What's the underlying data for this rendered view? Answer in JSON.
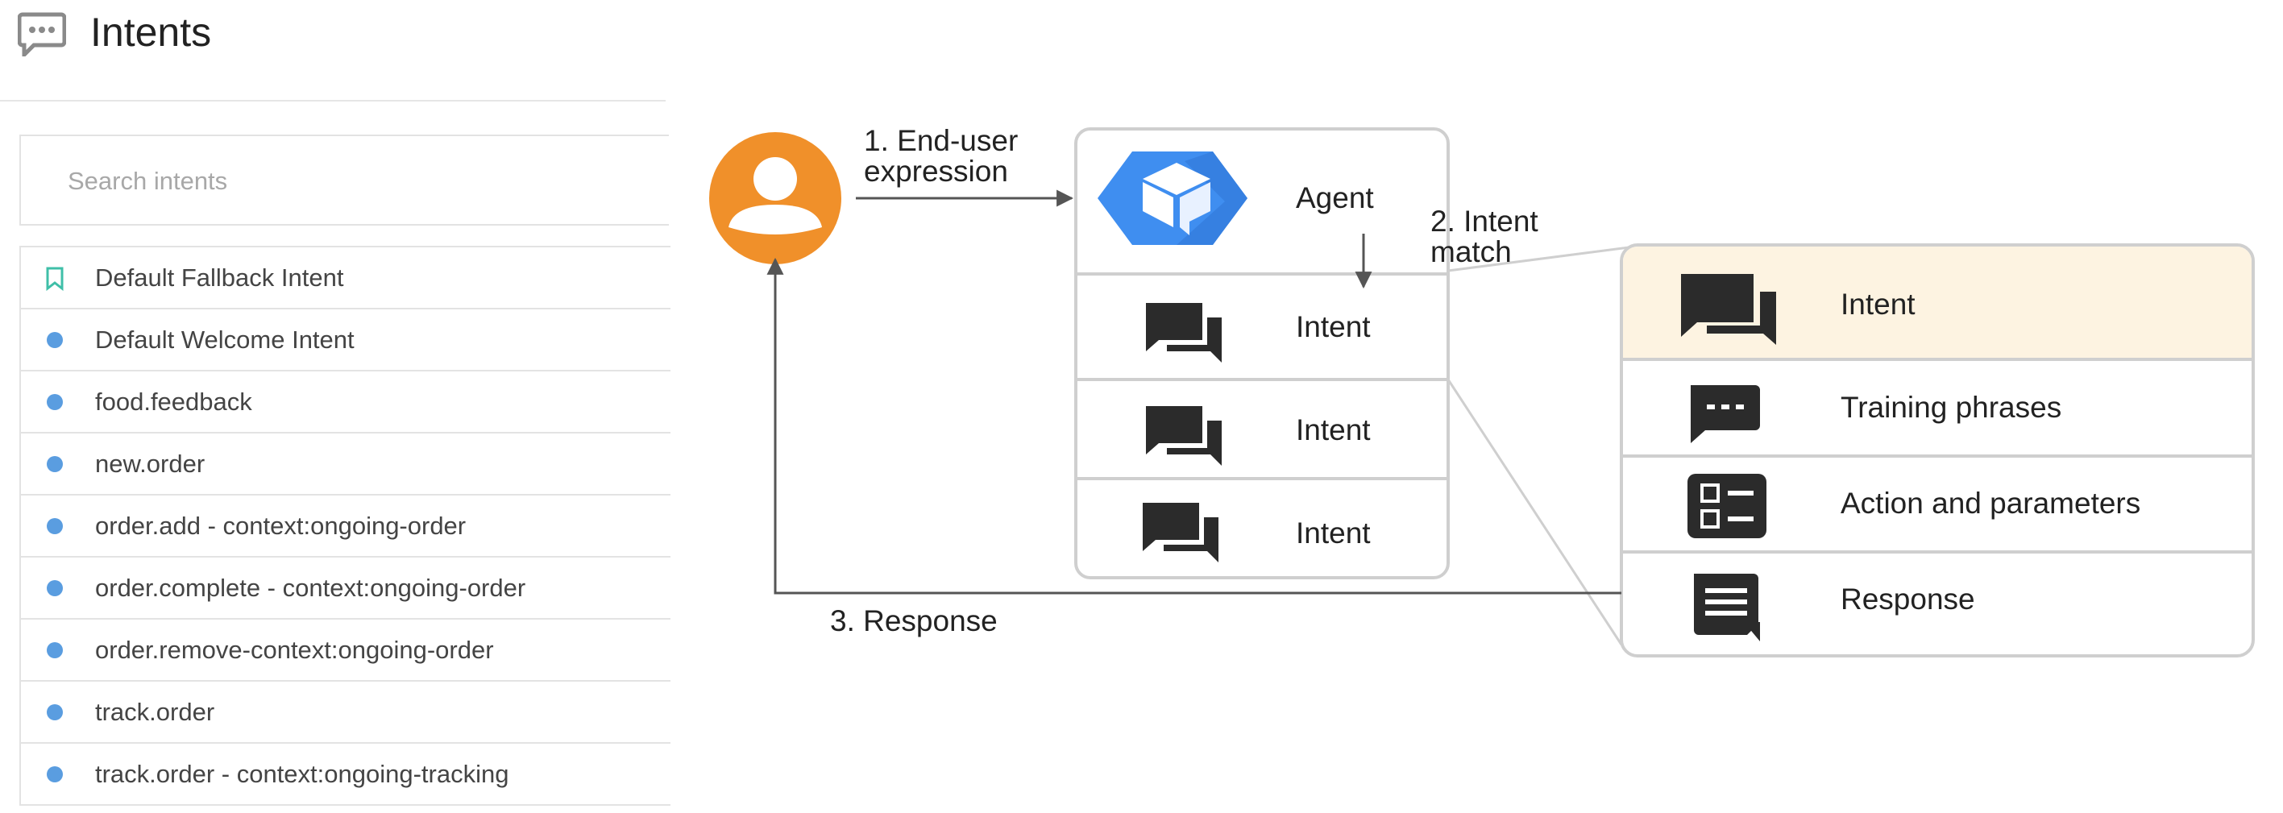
{
  "header": {
    "title": "Intents",
    "icon": "chat-bubble-icon"
  },
  "search": {
    "placeholder": "Search intents",
    "value": ""
  },
  "intents": [
    {
      "label": "Default Fallback Intent",
      "marker": "bookmark"
    },
    {
      "label": "Default Welcome Intent",
      "marker": "dot"
    },
    {
      "label": "food.feedback",
      "marker": "dot"
    },
    {
      "label": "new.order",
      "marker": "dot"
    },
    {
      "label": "order.add - context:ongoing-order",
      "marker": "dot"
    },
    {
      "label": "order.complete - context:ongoing-order",
      "marker": "dot"
    },
    {
      "label": "order.remove-context:ongoing-order",
      "marker": "dot"
    },
    {
      "label": "track.order",
      "marker": "dot"
    },
    {
      "label": "track.order - context:ongoing-tracking",
      "marker": "dot"
    }
  ],
  "diagram": {
    "step1": {
      "line1": "1. End-user",
      "line2": "expression"
    },
    "step2": {
      "line1": "2. Intent",
      "line2": "match"
    },
    "step3": "3. Response",
    "agent": {
      "label": "Agent",
      "icon": "dialogflow-agent-icon"
    },
    "intent_stack": [
      "Intent",
      "Intent",
      "Intent"
    ],
    "detail_rows": [
      {
        "label": "Intent",
        "icon": "chat-bubbles-icon"
      },
      {
        "label": "Training phrases",
        "icon": "message-dots-icon"
      },
      {
        "label": "Action and parameters",
        "icon": "checklist-icon"
      },
      {
        "label": "Response",
        "icon": "message-lines-icon"
      }
    ],
    "colors": {
      "user_avatar": "#f0902a",
      "agent_hex": "#3f8ef0",
      "highlight_row": "#fdf3e1",
      "dot": "#5a9de0",
      "bookmark": "#3fbfa8"
    }
  }
}
